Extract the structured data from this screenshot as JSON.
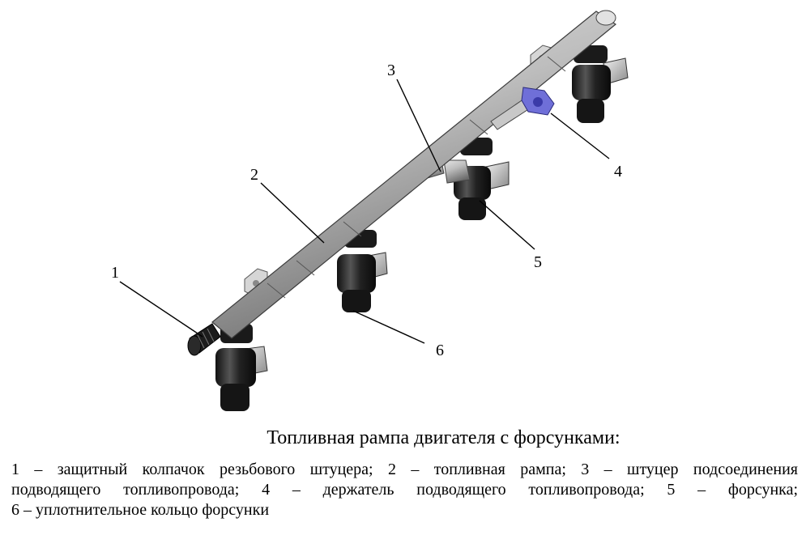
{
  "callouts": [
    {
      "num": "1",
      "name": "callout-1-protective-cap"
    },
    {
      "num": "2",
      "name": "callout-2-fuel-rail"
    },
    {
      "num": "3",
      "name": "callout-3-supply-fitting"
    },
    {
      "num": "4",
      "name": "callout-4-supply-line-holder"
    },
    {
      "num": "5",
      "name": "callout-5-injector"
    },
    {
      "num": "6",
      "name": "callout-6-injector-seal-ring"
    }
  ],
  "caption": {
    "title": "Топливная рампа двигателя с форсунками:",
    "legend_line_1": "1 – защитный колпачок резьбового штуцера; 2 – топливная рампа; 3 – штуцер подсоединения",
    "legend_line_2": "подводящего топливопровода; 4 – держатель подводящего топливопровода; 5 – форсунка;",
    "legend_line_3": "6 – уплотнительное кольцо форсунки"
  },
  "colors": {
    "holder_accent": "#6f6fd8"
  }
}
